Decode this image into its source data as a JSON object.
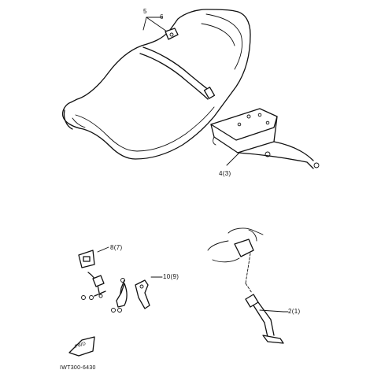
{
  "callouts": {
    "c5": "5",
    "c6": "6",
    "c4": "4(3)",
    "c8": "8(7)",
    "c10": "10(9)",
    "c2": "2(1)"
  },
  "fwd_mark": "FWD",
  "diagram_code": "IWT300-6430"
}
